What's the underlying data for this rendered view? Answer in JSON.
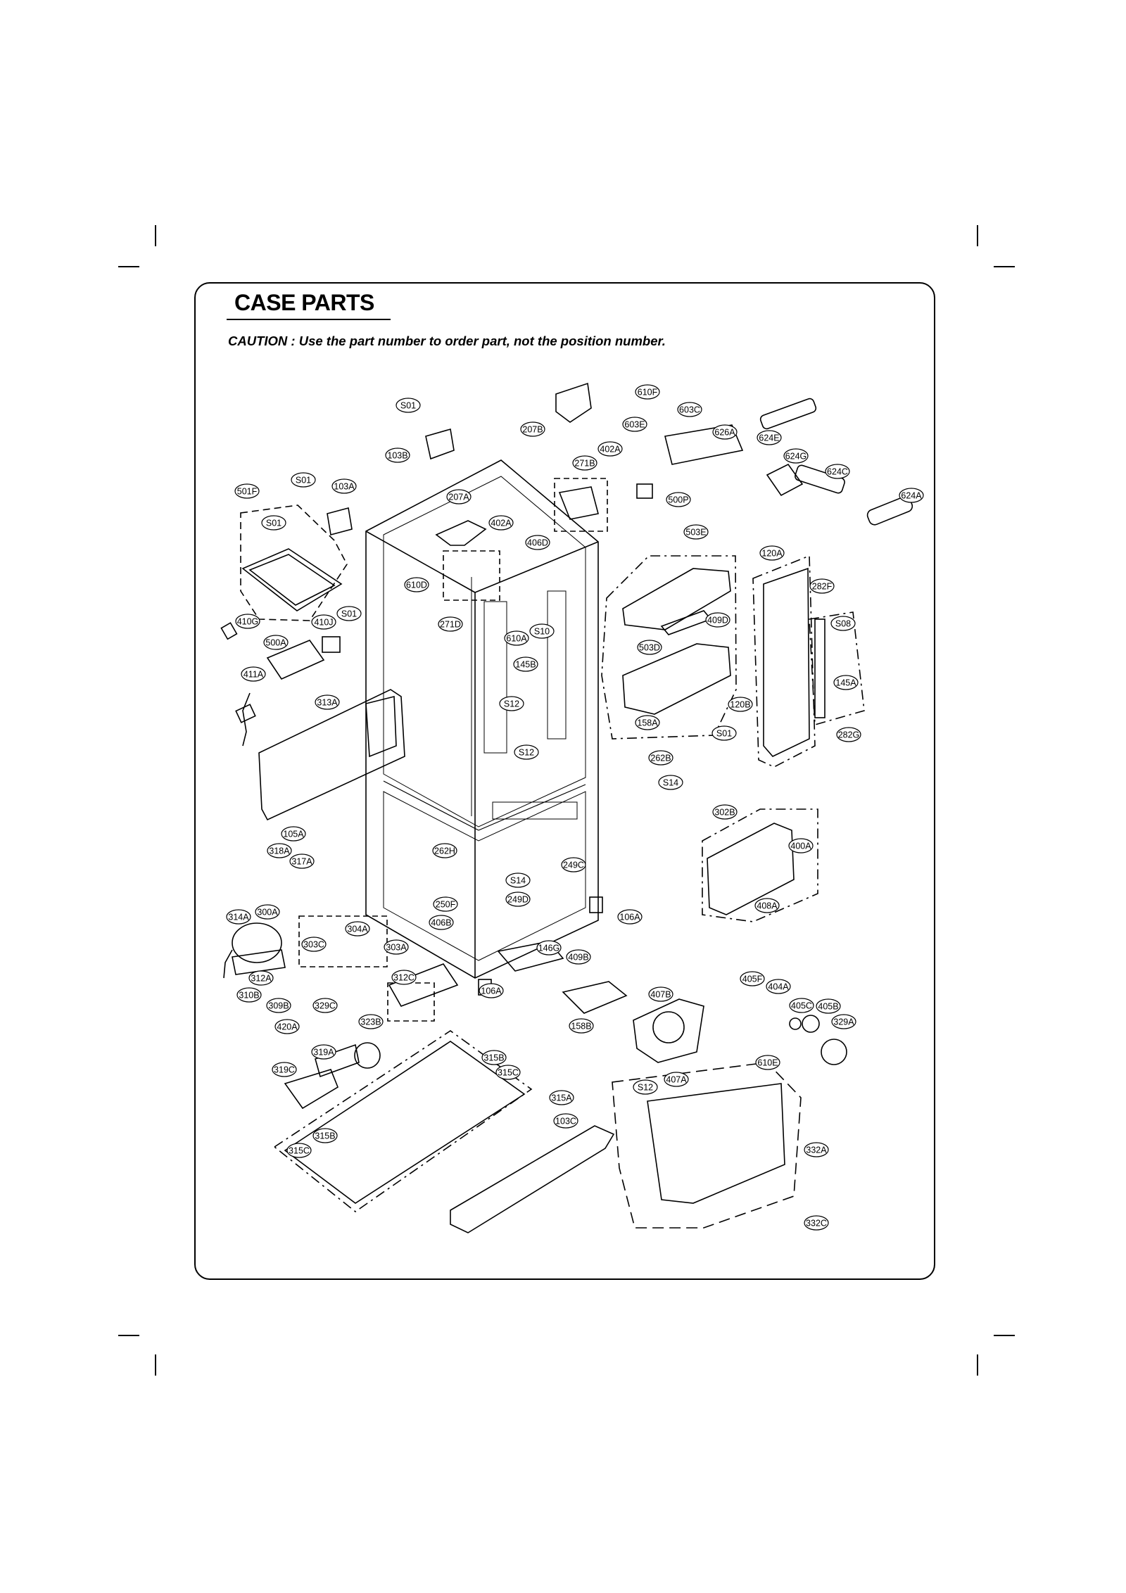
{
  "header": {
    "title": "CASE PARTS",
    "caution": "CAUTION : Use the part number to order part, not the position number."
  },
  "callouts": [
    "610F",
    "S01",
    "207B",
    "603C",
    "603E",
    "626A",
    "624E",
    "402A",
    "103B",
    "271B",
    "624G",
    "624C",
    "501F",
    "S01",
    "103A",
    "207A",
    "500P",
    "624A",
    "S01",
    "402A",
    "406D",
    "503E",
    "610D",
    "120A",
    "282F",
    "271D",
    "409D",
    "S08",
    "410G",
    "S01",
    "410J",
    "610A",
    "S10",
    "500A",
    "503D",
    "145B",
    "411A",
    "145A",
    "313A",
    "S12",
    "120B",
    "158A",
    "S01",
    "282G",
    "S12",
    "262B",
    "S14",
    "302B",
    "105A",
    "400A",
    "262H",
    "318A",
    "317A",
    "249C",
    "S14",
    "250F",
    "249D",
    "408A",
    "106A",
    "314A",
    "300A",
    "406B",
    "304A",
    "303C",
    "303A",
    "146G",
    "409B",
    "312A",
    "312C",
    "106A",
    "405F",
    "404A",
    "407B",
    "310B",
    "309B",
    "329C",
    "405C",
    "405B",
    "323B",
    "158B",
    "420A",
    "329A",
    "319A",
    "315B",
    "610E",
    "319C",
    "315C",
    "407A",
    "S12",
    "315A",
    "103C",
    "315B",
    "315C",
    "332A",
    "332C"
  ]
}
